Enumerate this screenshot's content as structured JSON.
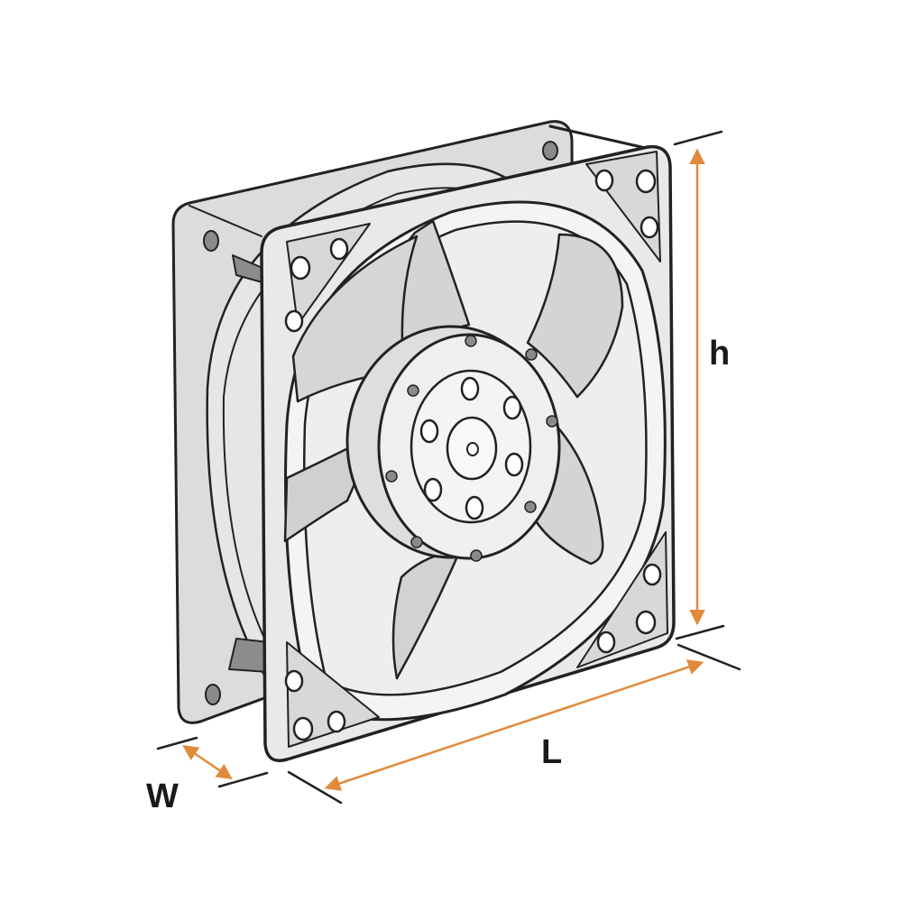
{
  "diagram": {
    "subject": "axial-cooling-fan",
    "labels": {
      "height": "h",
      "length": "L",
      "width": "W"
    },
    "colors": {
      "dimension_arrow": "#e08a3c",
      "outline": "#222222",
      "frame_front": "#e9e9e9",
      "frame_back": "#dcdcdc",
      "blade": "#d4d4d4",
      "hub": "#efefef",
      "hole": "#8a8a8a",
      "background": "#ffffff"
    },
    "icons": {
      "fan": "fan-icon",
      "arrow": "double-headed-arrow"
    }
  }
}
